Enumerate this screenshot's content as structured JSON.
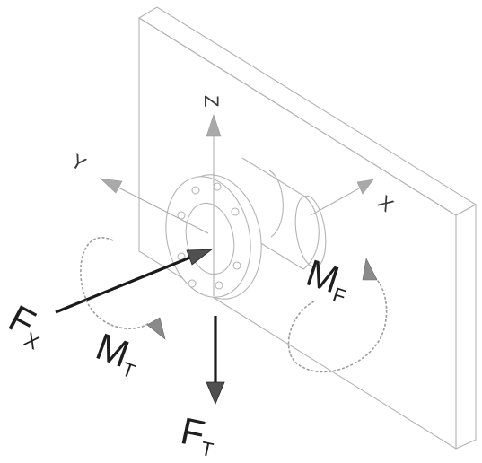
{
  "axes": {
    "z": "Z",
    "y": "Y",
    "x": "X"
  },
  "loads": {
    "fx": {
      "symbol": "F",
      "subscript": "X"
    },
    "ft": {
      "symbol": "F",
      "subscript": "T"
    },
    "mt": {
      "symbol": "M",
      "subscript": "T"
    },
    "mf": {
      "symbol": "M",
      "subscript": "F"
    }
  },
  "colors": {
    "wireframe": "#b4b4b4",
    "force": "#1a1a1a",
    "label": "#1e1e1e"
  }
}
